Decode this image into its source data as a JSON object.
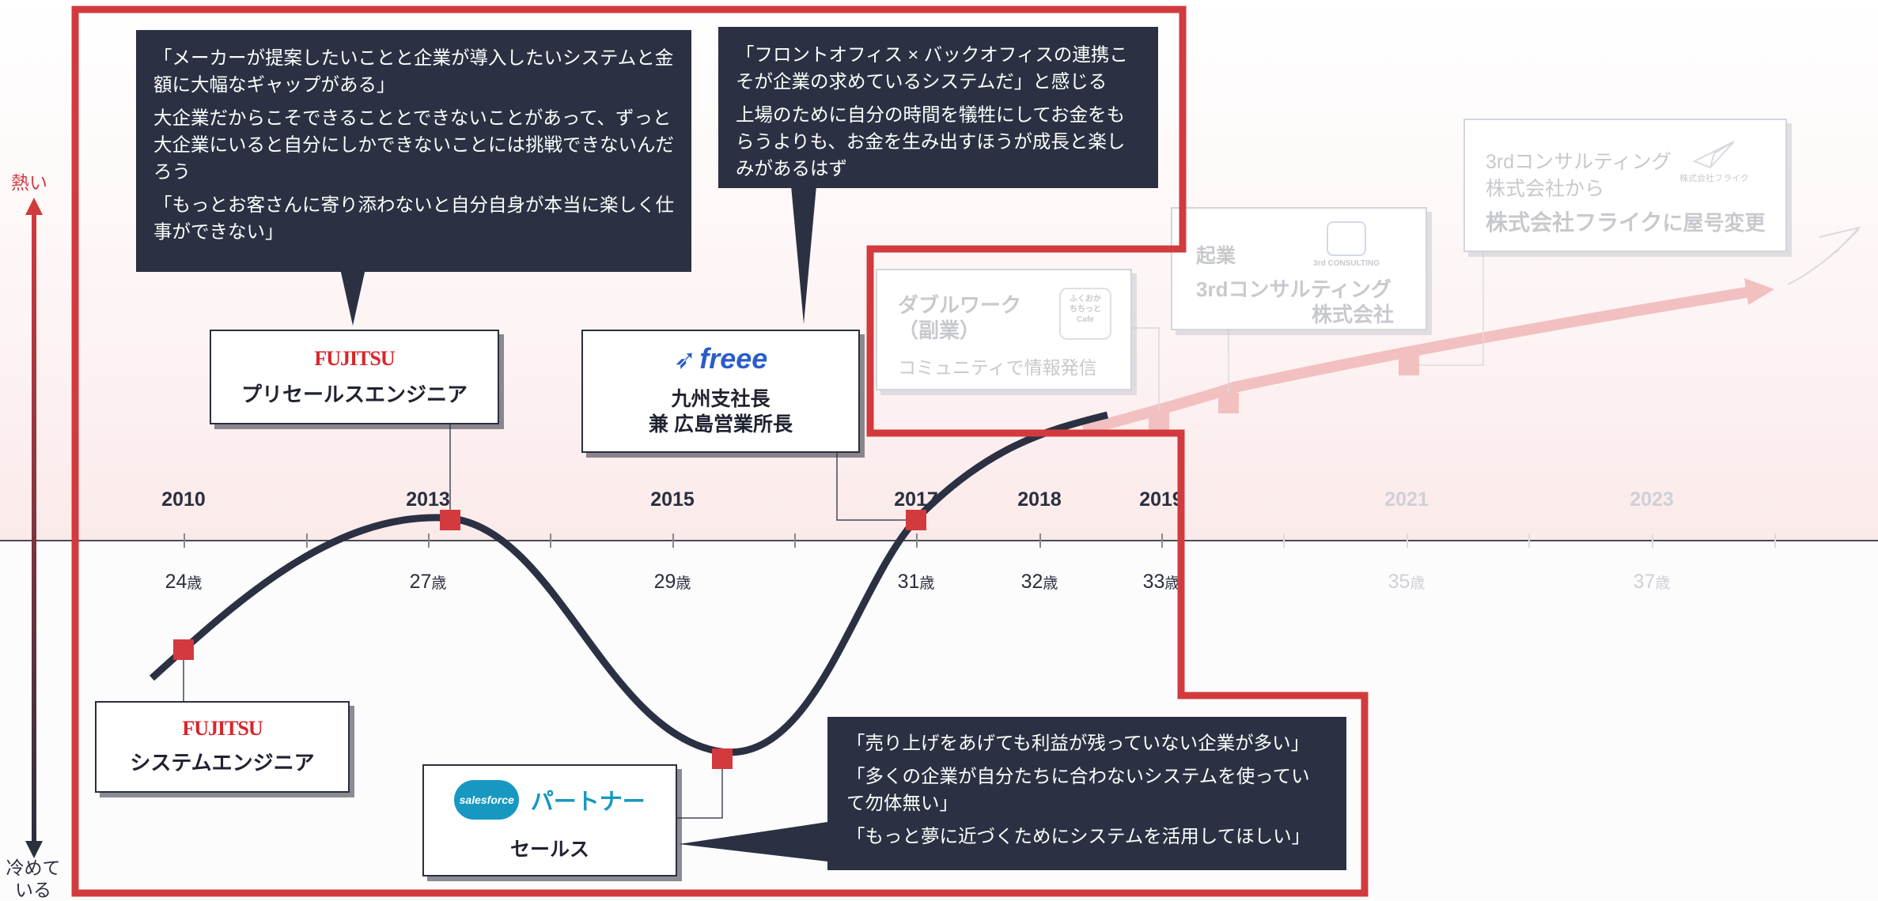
{
  "axis": {
    "hot_label": "熱い",
    "cold_label": "冷めて\nいる"
  },
  "timeline": {
    "years": [
      {
        "year": "2010",
        "age": "24",
        "faded": false
      },
      {
        "year": "2013",
        "age": "27",
        "faded": false
      },
      {
        "year": "2015",
        "age": "29",
        "faded": false
      },
      {
        "year": "2017",
        "age": "31",
        "faded": false
      },
      {
        "year": "2018",
        "age": "32",
        "faded": false
      },
      {
        "year": "2019",
        "age": "33",
        "faded": false
      },
      {
        "year": "2021",
        "age": "35",
        "faded": true
      },
      {
        "year": "2023",
        "age": "37",
        "faded": true
      }
    ],
    "age_unit": "歳"
  },
  "cards": {
    "se": {
      "logo": "FUJITSU",
      "role": "システムエンジニア"
    },
    "presales": {
      "logo": "FUJITSU",
      "role": "プリセールスエンジニア"
    },
    "salesforce": {
      "logo": "salesforce",
      "partner": "パートナー",
      "role": "セールス"
    },
    "freee": {
      "logo": "freee",
      "line1": "九州支社長",
      "line2": "兼 広島営業所長"
    },
    "doublework": {
      "line1": "ダブルワーク",
      "line2": "（副業）",
      "line3": "コミュニティで情報発信",
      "logo_text": "ふくおか\nちちっと\nCafe"
    },
    "founding": {
      "line1": "起業",
      "line2": "3rdコンサルティング",
      "line3": "株式会社",
      "logo_text": "3rd CONSULTING"
    },
    "rename": {
      "line1": "3rdコンサルティング",
      "line2": "株式会社から",
      "line3": "株式会社フライク",
      "line3b": "に屋号変更",
      "logo_text": "株式会社フライク"
    }
  },
  "bubbles": {
    "fujitsu": [
      "「メーカーが提案したいことと企業が導入したいシステムと金額に大幅なギャップがある」",
      "大企業だからこそできることとできないことがあって、ずっと大企業にいると自分にしかできないことには挑戦できないんだろう",
      "「もっとお客さんに寄り添わないと自分自身が本当に楽しく仕事ができない」"
    ],
    "freee": [
      "「フロントオフィス × バックオフィスの連携こそが企業の求めているシステムだ」と感じる",
      "上場のために自分の時間を犠牲にしてお金をもらうよりも、お金を生み出すほうが成長と楽しみがあるはず"
    ],
    "salesforce": [
      "「売り上げをあげても利益が残っていない企業が多い」",
      "「多くの企業が自分たちに合わないシステムを使っていて勿体無い」",
      "「もっと夢に近づくためにシステムを活用してほしい」"
    ]
  },
  "colors": {
    "highlight_red": "#d23a3e",
    "navy": "#2b3142",
    "faded_curve": "#f2c0c0",
    "fujitsu_red": "#d9252b",
    "salesforce_blue": "#1798c1",
    "freee_blue": "#2a5dc8"
  }
}
